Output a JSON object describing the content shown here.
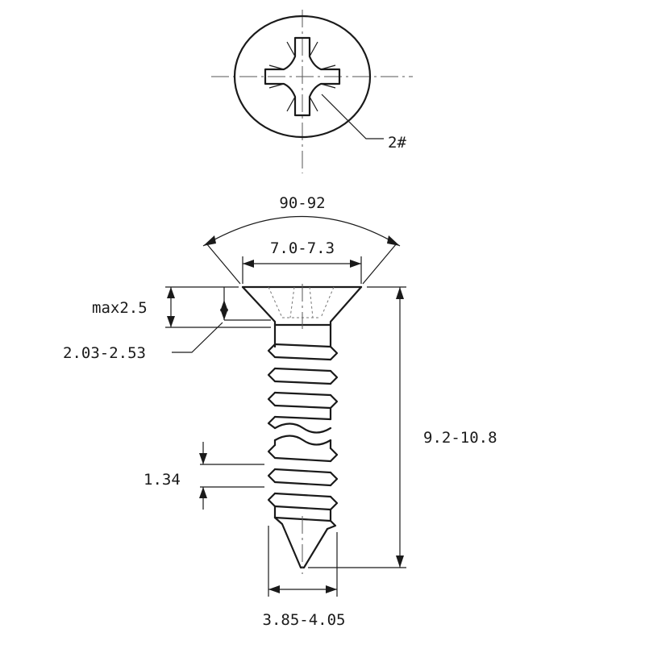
{
  "labels": {
    "drive": "2#",
    "head_angle": "90-92",
    "head_diameter": "7.0-7.3",
    "head_height_max": "max2.5",
    "head_height_range": "2.03-2.53",
    "pitch": "1.34",
    "length": "9.2-10.8",
    "thread_diameter": "3.85-4.05"
  }
}
